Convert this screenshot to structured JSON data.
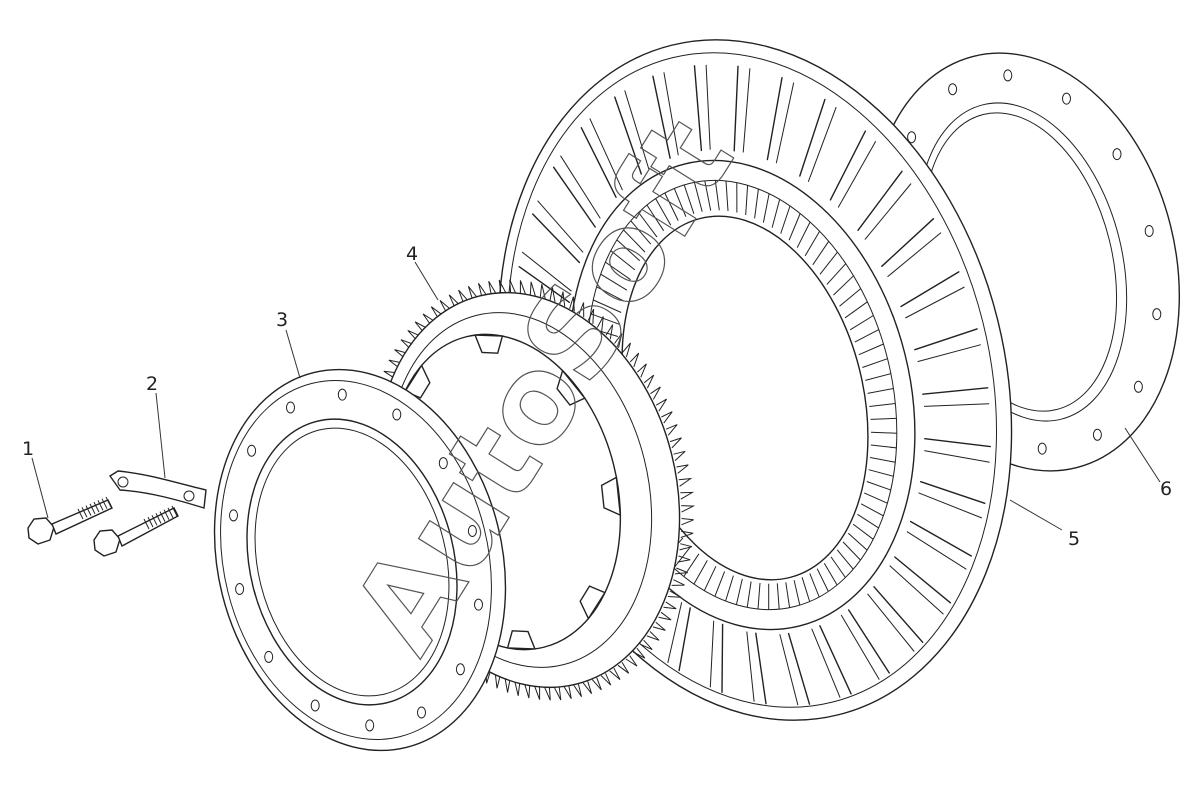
{
  "diagram": {
    "callouts": [
      {
        "id": "1",
        "label": "1"
      },
      {
        "id": "2",
        "label": "2"
      },
      {
        "id": "3",
        "label": "3"
      },
      {
        "id": "4",
        "label": "4"
      },
      {
        "id": "5",
        "label": "5"
      },
      {
        "id": "6",
        "label": "6"
      }
    ],
    "watermark": "AutoSoft",
    "parts": {
      "part_1": "bolt",
      "part_2": "lock-plate",
      "part_3": "cover-flange",
      "part_4": "toothed-ring",
      "part_5": "hub-carrier",
      "part_6": "gasket-flange"
    }
  }
}
